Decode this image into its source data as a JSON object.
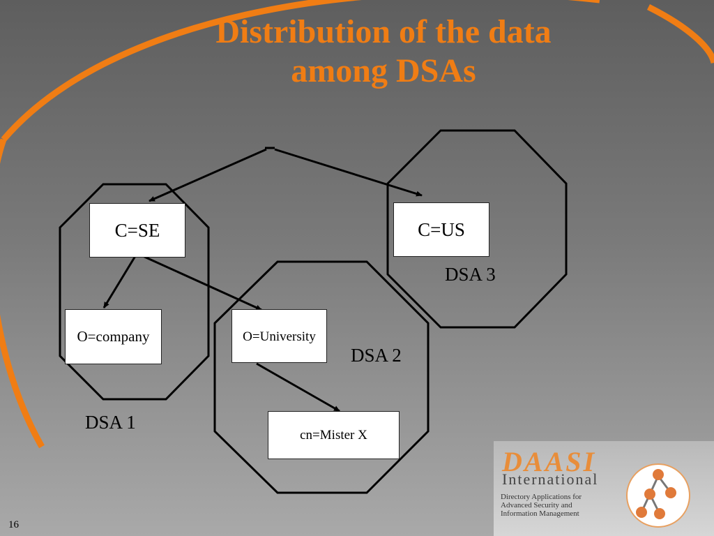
{
  "slide": {
    "title_line1": "Distribution of the data",
    "title_line2": "among DSAs",
    "page_number": "16"
  },
  "nodes": {
    "c_se": "C=SE",
    "c_us": "C=US",
    "o_company": "O=company",
    "o_university": "O=University",
    "cn_mister_x": "cn=Mister X"
  },
  "dsa_labels": {
    "dsa1": "DSA 1",
    "dsa2": "DSA 2",
    "dsa3": "DSA 3"
  },
  "logo": {
    "name": "DAASI",
    "subtitle": "International",
    "tagline_1": "Directory Applications for",
    "tagline_2": "Advanced Security and",
    "tagline_3": "Information Management"
  },
  "colors": {
    "accent": "#f07d14",
    "node_fill": "#ffffff",
    "stroke": "#000000"
  }
}
